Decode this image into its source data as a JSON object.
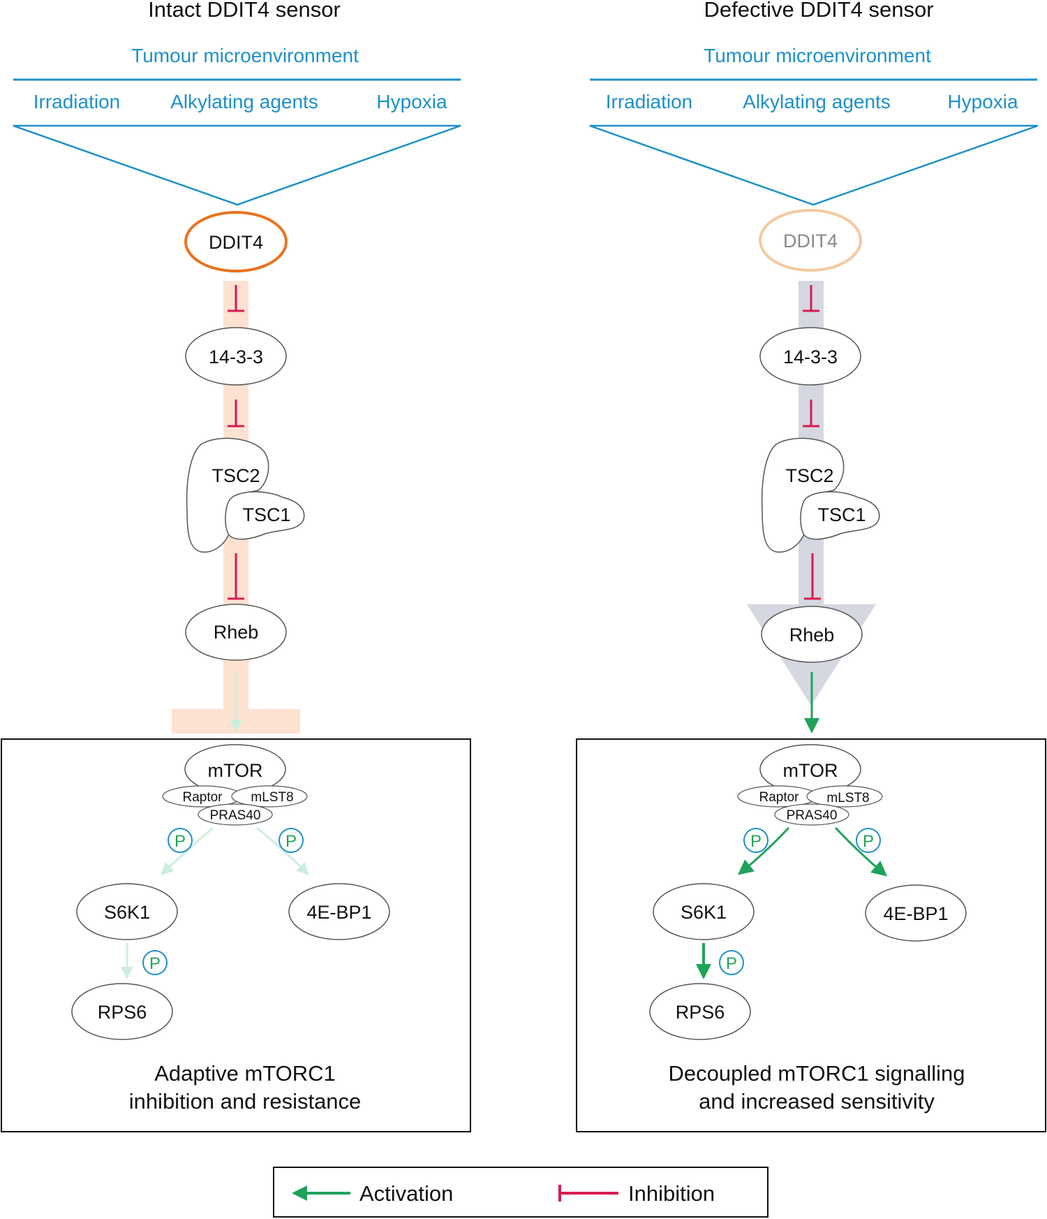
{
  "panels": {
    "left": {
      "title": "Intact DDIT4 sensor",
      "env_header": "Tumour microenvironment",
      "env_items": [
        "Irradiation",
        "Alkylating agents",
        "Hypoxia"
      ],
      "ddit4": "DDIT4",
      "p1433": "14-3-3",
      "tsc2": "TSC2",
      "tsc1": "TSC1",
      "rheb": "Rheb",
      "mtor": "mTOR",
      "raptor": "Raptor",
      "mlst8": "mLST8",
      "pras40": "PRAS40",
      "s6k1": "S6K1",
      "ebp1": "4E-BP1",
      "rps6": "RPS6",
      "phospho": "P",
      "outcome_line1": "Adaptive mTORC1",
      "outcome_line2": "inhibition and resistance"
    },
    "right": {
      "title": "Defective DDIT4 sensor",
      "env_header": "Tumour microenvironment",
      "env_items": [
        "Irradiation",
        "Alkylating agents",
        "Hypoxia"
      ],
      "ddit4": "DDIT4",
      "p1433": "14-3-3",
      "tsc2": "TSC2",
      "tsc1": "TSC1",
      "rheb": "Rheb",
      "mtor": "mTOR",
      "raptor": "Raptor",
      "mlst8": "mLST8",
      "pras40": "PRAS40",
      "s6k1": "S6K1",
      "ebp1": "4E-BP1",
      "rps6": "RPS6",
      "phospho": "P",
      "outcome_line1": "Decoupled mTORC1 signalling",
      "outcome_line2": "and increased sensitivity"
    }
  },
  "legend": {
    "activation": "Activation",
    "inhibition": "Inhibition"
  },
  "colors": {
    "env_blue": "#1e90c8",
    "ddit4_orange": "#e8731e",
    "ddit4_faded": "#f6c89e",
    "activation_green": "#1fa35a",
    "activation_faded": "#cdeedd",
    "inhibition_red": "#d81b4e",
    "intact_band": "#fde1d1",
    "defective_band": "#d5d8e0"
  }
}
